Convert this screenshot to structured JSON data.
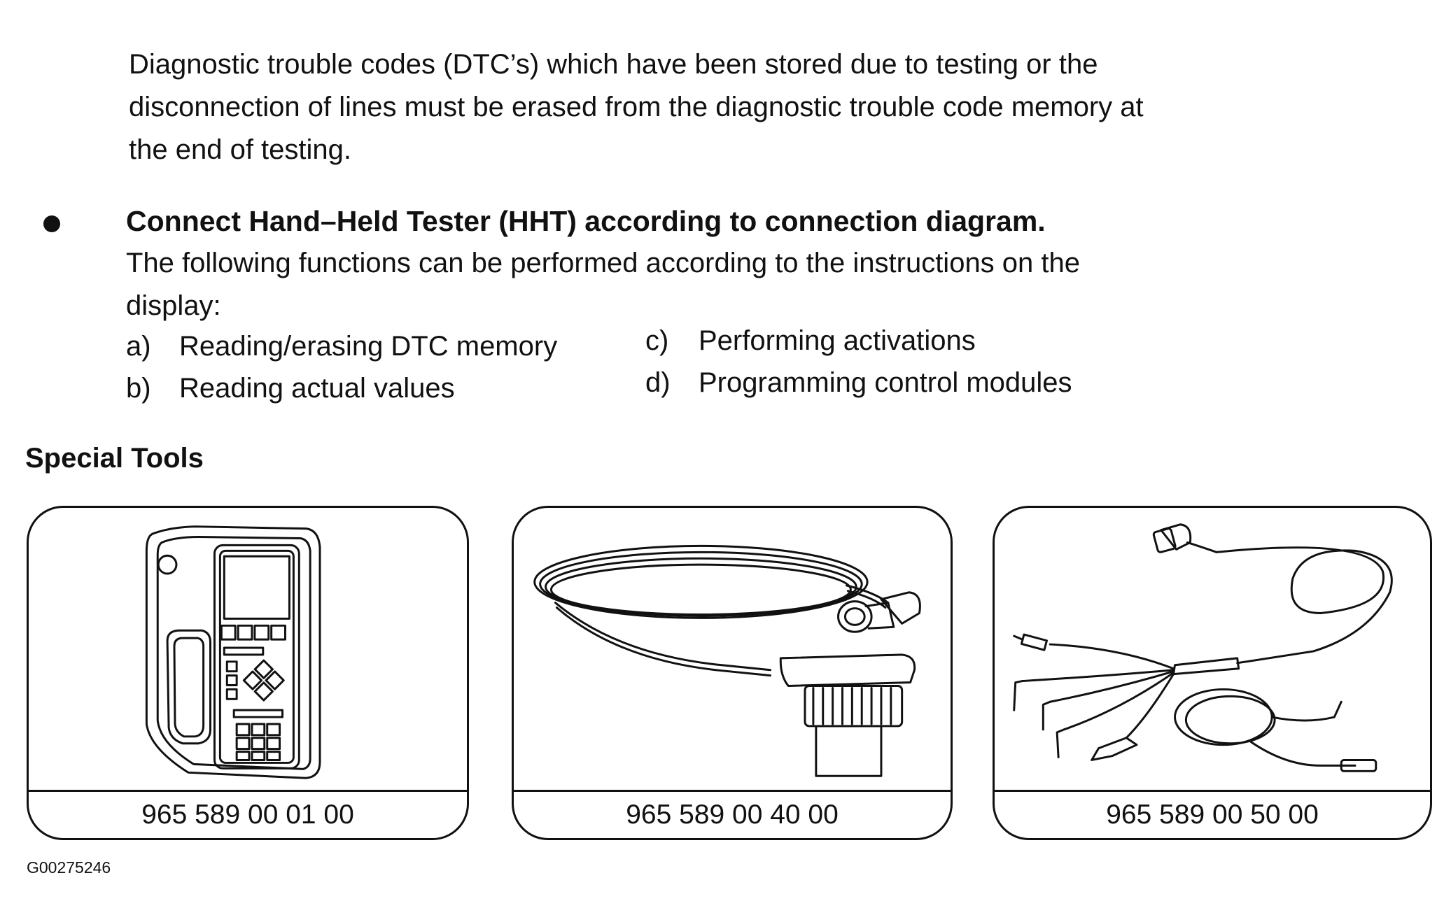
{
  "intro": {
    "text": "Diagnostic trouble codes (DTC’s) which have been stored due to testing or the disconnection of lines must be erased from the diagnostic trouble code memory at the end of testing."
  },
  "step": {
    "heading": "Connect Hand–Held Tester (HHT) according to connection diagram.",
    "text": "The following functions can be performed according to the instructions on the display:",
    "functions": [
      {
        "letter": "a)",
        "label": "Reading/erasing DTC memory"
      },
      {
        "letter": "b)",
        "label": "Reading actual values"
      },
      {
        "letter": "c)",
        "label": "Performing activations"
      },
      {
        "letter": "d)",
        "label": "Programming control modules"
      }
    ]
  },
  "special_tools": {
    "title": "Special Tools",
    "tools": [
      {
        "part_number": "965 589 00 01 00",
        "icon": "hand-held-tester-icon"
      },
      {
        "part_number": "965 589 00 40 00",
        "icon": "coiled-cable-icon"
      },
      {
        "part_number": "965 589 00 50 00",
        "icon": "test-lead-harness-icon"
      }
    ]
  },
  "figure_id": "G00275246"
}
